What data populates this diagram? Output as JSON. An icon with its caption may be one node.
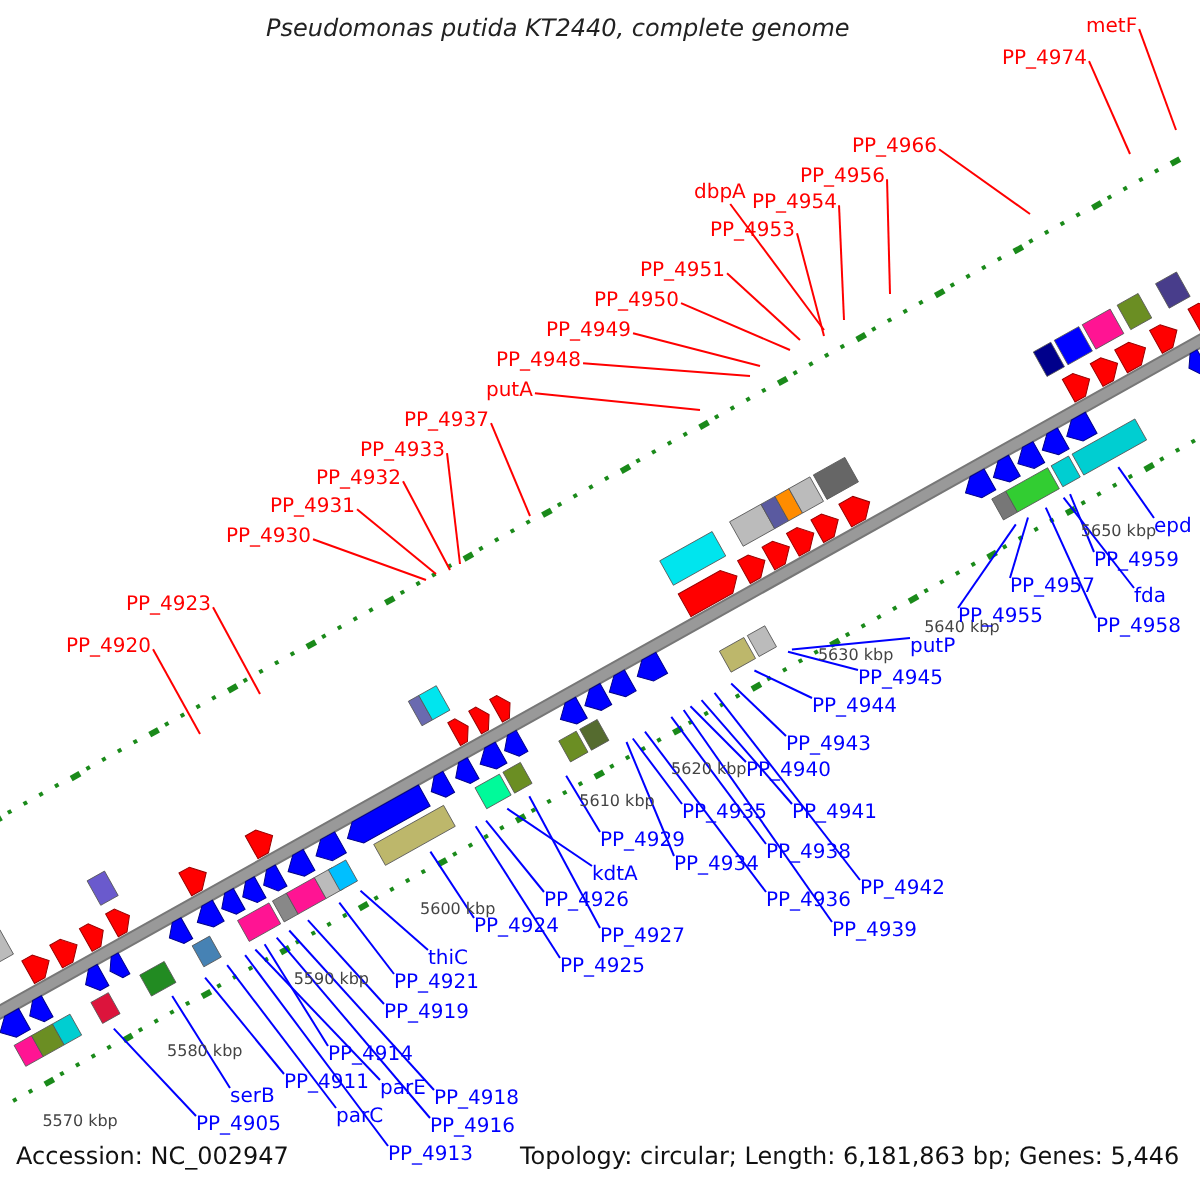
{
  "diagram": {
    "title": "Pseudomonas putida KT2440, complete genome",
    "nodes": [
      {
        "text": [
          "PP_4920"
        ]
      },
      {
        "text": [
          "PP_4923"
        ]
      },
      {
        "text": [
          "PP_4930"
        ]
      },
      {
        "text": [
          "PP_4931"
        ]
      },
      {
        "text": [
          "PP_4932"
        ]
      },
      {
        "text": [
          "PP_4933"
        ]
      },
      {
        "text": [
          "PP_4937"
        ]
      },
      {
        "text": [
          "putA"
        ]
      },
      {
        "text": [
          "PP_4948"
        ]
      },
      {
        "text": [
          "PP_4949"
        ]
      },
      {
        "text": [
          "PP_4950"
        ]
      },
      {
        "text": [
          "PP_4951"
        ]
      },
      {
        "text": [
          "PP_4953"
        ]
      },
      {
        "text": [
          "dbpA"
        ]
      },
      {
        "text": [
          "PP_4954"
        ]
      },
      {
        "text": [
          "PP_4956"
        ]
      },
      {
        "text": [
          "PP_4966"
        ]
      },
      {
        "text": [
          "PP_4974"
        ]
      },
      {
        "text": [
          "metF"
        ]
      },
      {
        "text": [
          "PP_4905"
        ]
      },
      {
        "text": [
          "serB"
        ]
      },
      {
        "text": [
          "PP_4911"
        ]
      },
      {
        "text": [
          "parC"
        ]
      },
      {
        "text": [
          "PP_4913"
        ]
      },
      {
        "text": [
          "parE"
        ]
      },
      {
        "text": [
          "PP_4914"
        ]
      },
      {
        "text": [
          "PP_4916"
        ]
      },
      {
        "text": [
          "PP_4918"
        ]
      },
      {
        "text": [
          "PP_4919"
        ]
      },
      {
        "text": [
          "PP_4921"
        ]
      },
      {
        "text": [
          "thiC"
        ]
      },
      {
        "text": [
          "PP_4924"
        ]
      },
      {
        "text": [
          "PP_4925"
        ]
      },
      {
        "text": [
          "PP_4926"
        ]
      },
      {
        "text": [
          "kdtA"
        ]
      },
      {
        "text": [
          "PP_4927"
        ]
      },
      {
        "text": [
          "PP_4929"
        ]
      },
      {
        "text": [
          "PP_4934"
        ]
      },
      {
        "text": [
          "PP_4935"
        ]
      },
      {
        "text": [
          "PP_4936"
        ]
      },
      {
        "text": [
          "PP_4938"
        ]
      },
      {
        "text": [
          "PP_4939"
        ]
      },
      {
        "text": [
          "PP_4940"
        ]
      },
      {
        "text": [
          "PP_4941"
        ]
      },
      {
        "text": [
          "PP_4942"
        ]
      },
      {
        "text": [
          "PP_4943"
        ]
      },
      {
        "text": [
          "PP_4944"
        ]
      },
      {
        "text": [
          "PP_4945"
        ]
      },
      {
        "text": [
          "putP"
        ]
      },
      {
        "text": [
          "PP_4955"
        ]
      },
      {
        "text": [
          "PP_4957"
        ]
      },
      {
        "text": [
          "PP_4958"
        ]
      },
      {
        "text": [
          "fda"
        ]
      },
      {
        "text": [
          "PP_4959"
        ]
      },
      {
        "text": [
          "epd"
        ]
      }
    ],
    "edges": [
      {
        "from": 0,
        "to": null,
        "arrow": "none",
        "color": "#ff0000"
      },
      {
        "from": 1,
        "to": null,
        "arrow": "none",
        "color": "#ff0000"
      },
      {
        "from": 2,
        "to": null,
        "arrow": "none",
        "color": "#ff0000"
      },
      {
        "from": 3,
        "to": null,
        "arrow": "none",
        "color": "#ff0000"
      },
      {
        "from": 4,
        "to": null,
        "arrow": "none",
        "color": "#ff0000"
      },
      {
        "from": 5,
        "to": null,
        "arrow": "none",
        "color": "#ff0000"
      },
      {
        "from": 6,
        "to": null,
        "arrow": "none",
        "color": "#ff0000"
      },
      {
        "from": 7,
        "to": null,
        "arrow": "none",
        "color": "#ff0000"
      },
      {
        "from": 8,
        "to": null,
        "arrow": "none",
        "color": "#ff0000"
      },
      {
        "from": 9,
        "to": null,
        "arrow": "none",
        "color": "#ff0000"
      },
      {
        "from": 10,
        "to": null,
        "arrow": "none",
        "color": "#ff0000"
      },
      {
        "from": 11,
        "to": null,
        "arrow": "none",
        "color": "#ff0000"
      },
      {
        "from": 12,
        "to": null,
        "arrow": "none",
        "color": "#ff0000"
      },
      {
        "from": 13,
        "to": null,
        "arrow": "none",
        "color": "#ff0000"
      },
      {
        "from": 14,
        "to": null,
        "arrow": "none",
        "color": "#ff0000"
      },
      {
        "from": 15,
        "to": null,
        "arrow": "none",
        "color": "#ff0000"
      },
      {
        "from": 16,
        "to": null,
        "arrow": "none",
        "color": "#ff0000"
      },
      {
        "from": 17,
        "to": null,
        "arrow": "none",
        "color": "#ff0000"
      },
      {
        "from": 18,
        "to": null,
        "arrow": "none",
        "color": "#ff0000"
      },
      {
        "from": 19,
        "to": null,
        "arrow": "none"
      },
      {
        "from": 20,
        "to": null,
        "arrow": "none"
      },
      {
        "from": 21,
        "to": null,
        "arrow": "none"
      },
      {
        "from": 22,
        "to": null,
        "arrow": "none"
      },
      {
        "from": 23,
        "to": null,
        "arrow": "none"
      },
      {
        "from": 24,
        "to": null,
        "arrow": "none"
      },
      {
        "from": 25,
        "to": null,
        "arrow": "none"
      },
      {
        "from": 26,
        "to": null,
        "arrow": "none"
      },
      {
        "from": 27,
        "to": null,
        "arrow": "none"
      },
      {
        "from": 28,
        "to": null,
        "arrow": "none"
      },
      {
        "from": 29,
        "to": null,
        "arrow": "none"
      },
      {
        "from": 30,
        "to": null,
        "arrow": "none"
      },
      {
        "from": 31,
        "to": null,
        "arrow": "none"
      },
      {
        "from": 32,
        "to": null,
        "arrow": "none"
      },
      {
        "from": 33,
        "to": null,
        "arrow": "none"
      },
      {
        "from": 34,
        "to": null,
        "arrow": "none"
      },
      {
        "from": 35,
        "to": null,
        "arrow": "none"
      },
      {
        "from": 36,
        "to": null,
        "arrow": "none"
      },
      {
        "from": 37,
        "to": null,
        "arrow": "none"
      },
      {
        "from": 38,
        "to": null,
        "arrow": "none"
      },
      {
        "from": 39,
        "to": null,
        "arrow": "none"
      },
      {
        "from": 40,
        "to": null,
        "arrow": "none"
      },
      {
        "from": 41,
        "to": null,
        "arrow": "none"
      },
      {
        "from": 42,
        "to": null,
        "arrow": "none"
      },
      {
        "from": 43,
        "to": null,
        "arrow": "none"
      },
      {
        "from": 44,
        "to": null,
        "arrow": "none"
      },
      {
        "from": 45,
        "to": null,
        "arrow": "none"
      },
      {
        "from": 46,
        "to": null,
        "arrow": "none"
      },
      {
        "from": 47,
        "to": null,
        "arrow": "none"
      },
      {
        "from": 48,
        "to": null,
        "arrow": "none"
      },
      {
        "from": 49,
        "to": null,
        "arrow": "none"
      },
      {
        "from": 50,
        "to": null,
        "arrow": "none"
      },
      {
        "from": 51,
        "to": null,
        "arrow": "none"
      },
      {
        "from": 52,
        "to": null,
        "arrow": "none"
      },
      {
        "from": 53,
        "to": null,
        "arrow": "none"
      },
      {
        "from": 54,
        "to": null,
        "arrow": "none"
      }
    ],
    "labels": [
      "5570 kbp",
      "5580 kbp",
      "5590 kbp",
      "5600 kbp",
      "5610 kbp",
      "5620 kbp",
      "5630 kbp",
      "5640 kbp",
      "5650 kbp",
      "Accession: NC_002947",
      "Topology: circular; Length: 6,181,863 bp; Genes: 5,446"
    ]
  }
}
